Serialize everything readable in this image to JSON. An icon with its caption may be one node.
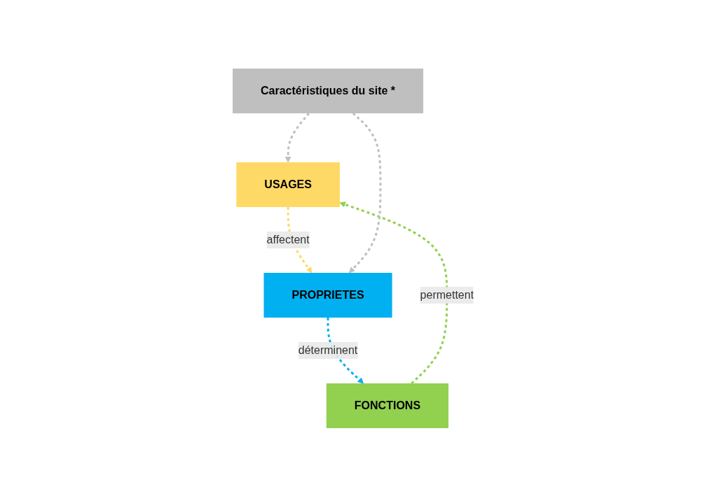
{
  "diagram": {
    "nodes": [
      {
        "text": [
          "USAGES"
        ]
      },
      {
        "text": [
          "FONCTIONS"
        ]
      },
      {
        "text": [
          "PROPRIETES"
        ]
      },
      {
        "text": [
          "Caractéristiques du site *"
        ]
      }
    ],
    "edges": [
      {
        "from": 1,
        "to": 0,
        "arrow": "to",
        "label": "permettent",
        "style": "dashed",
        "color": "#92d050"
      },
      {
        "from": 2,
        "to": 1,
        "arrow": "to",
        "label": "déterminent",
        "style": "dashed",
        "color": "#00b0f0"
      },
      {
        "from": 0,
        "to": 2,
        "arrow": "to",
        "label": "affectent",
        "style": "dashed",
        "color": "#ffd966"
      },
      {
        "from": 3,
        "to": 0,
        "arrow": "to",
        "style": "dashed",
        "color": "#bfbfbf"
      },
      {
        "from": 3,
        "to": 2,
        "arrow": "to",
        "style": "dashed",
        "color": "#bfbfbf"
      }
    ]
  }
}
